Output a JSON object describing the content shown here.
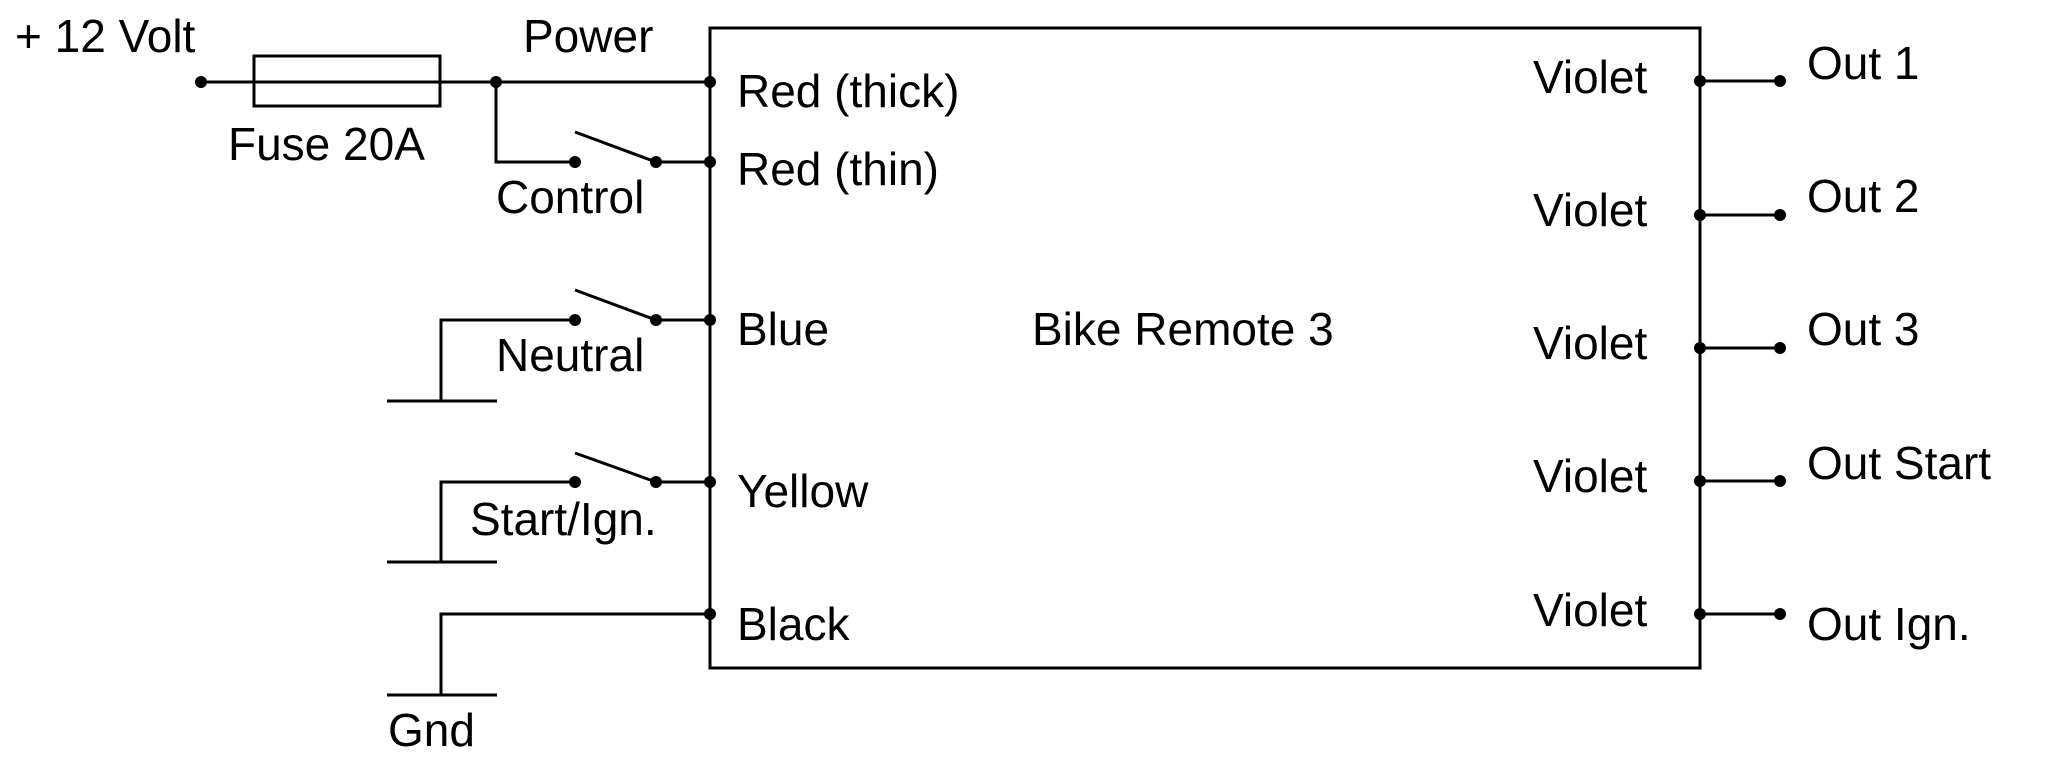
{
  "diagram": {
    "supply_label": "+ 12 Volt",
    "power_label": "Power",
    "fuse_label": "Fuse 20A",
    "control_label": "Control",
    "neutral_label": "Neutral",
    "start_label": "Start/Ign.",
    "gnd_label": "Gnd",
    "device_label": "Bike Remote 3",
    "inputs": {
      "red_thick": "Red (thick)",
      "red_thin": "Red (thin)",
      "blue": "Blue",
      "yellow": "Yellow",
      "black": "Black"
    },
    "outputs": [
      {
        "wire": "Violet",
        "label": "Out 1"
      },
      {
        "wire": "Violet",
        "label": "Out 2"
      },
      {
        "wire": "Violet",
        "label": "Out 3"
      },
      {
        "wire": "Violet",
        "label": "Out Start"
      },
      {
        "wire": "Violet",
        "label": "Out Ign."
      }
    ]
  }
}
